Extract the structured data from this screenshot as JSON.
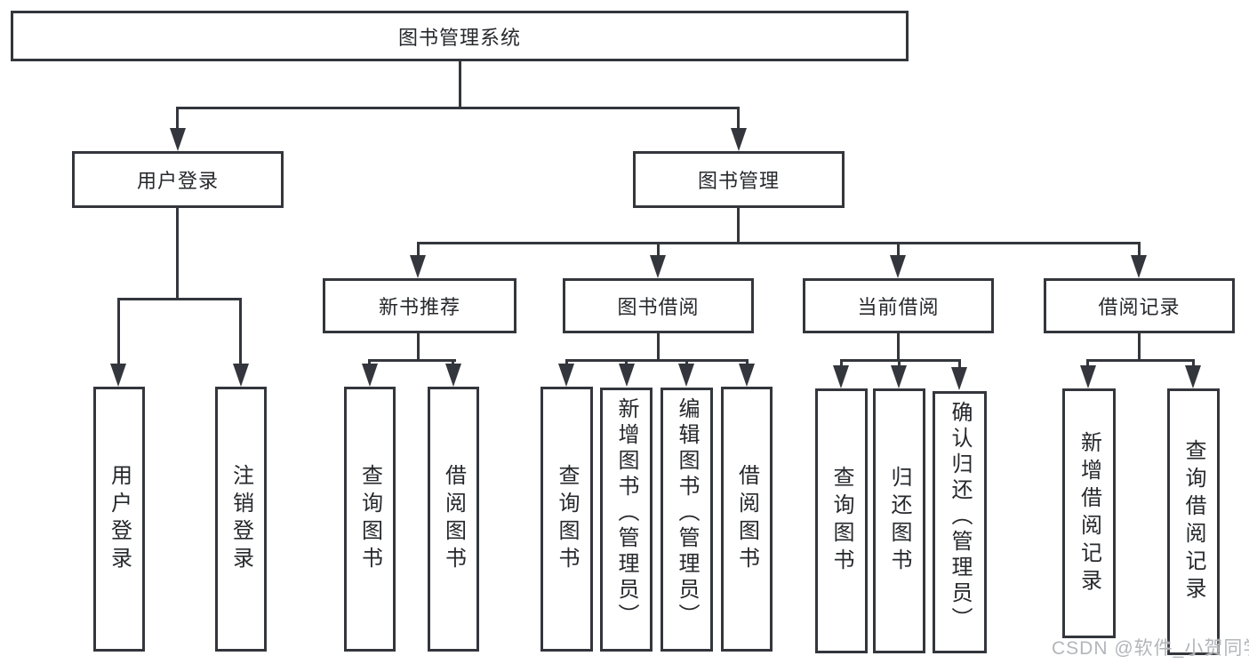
{
  "tree": {
    "root": {
      "label": "图书管理系统",
      "children": [
        {
          "label": "用户登录",
          "children": [
            {
              "label": "用户登录"
            },
            {
              "label": "注销登录"
            }
          ]
        },
        {
          "label": "图书管理",
          "children": [
            {
              "label": "新书推荐",
              "children": [
                {
                  "label": "查询图书"
                },
                {
                  "label": "借阅图书"
                }
              ]
            },
            {
              "label": "图书借阅",
              "children": [
                {
                  "label": "查询图书"
                },
                {
                  "label": "新增图书（管理员）"
                },
                {
                  "label": "编辑图书（管理员）"
                },
                {
                  "label": "借阅图书"
                }
              ]
            },
            {
              "label": "当前借阅",
              "children": [
                {
                  "label": "查询图书"
                },
                {
                  "label": "归还图书"
                },
                {
                  "label": "确认归还（管理员）"
                }
              ]
            },
            {
              "label": "借阅记录",
              "children": [
                {
                  "label": "新增借阅记录"
                },
                {
                  "label": "查询借阅记录"
                }
              ]
            }
          ]
        }
      ]
    }
  },
  "watermark": {
    "text": "CSDN @软件_小贺同学"
  },
  "colors": {
    "line": "#33363c",
    "text": "#26282c",
    "background": "#ffffff",
    "watermark": "#b3b6ba"
  }
}
